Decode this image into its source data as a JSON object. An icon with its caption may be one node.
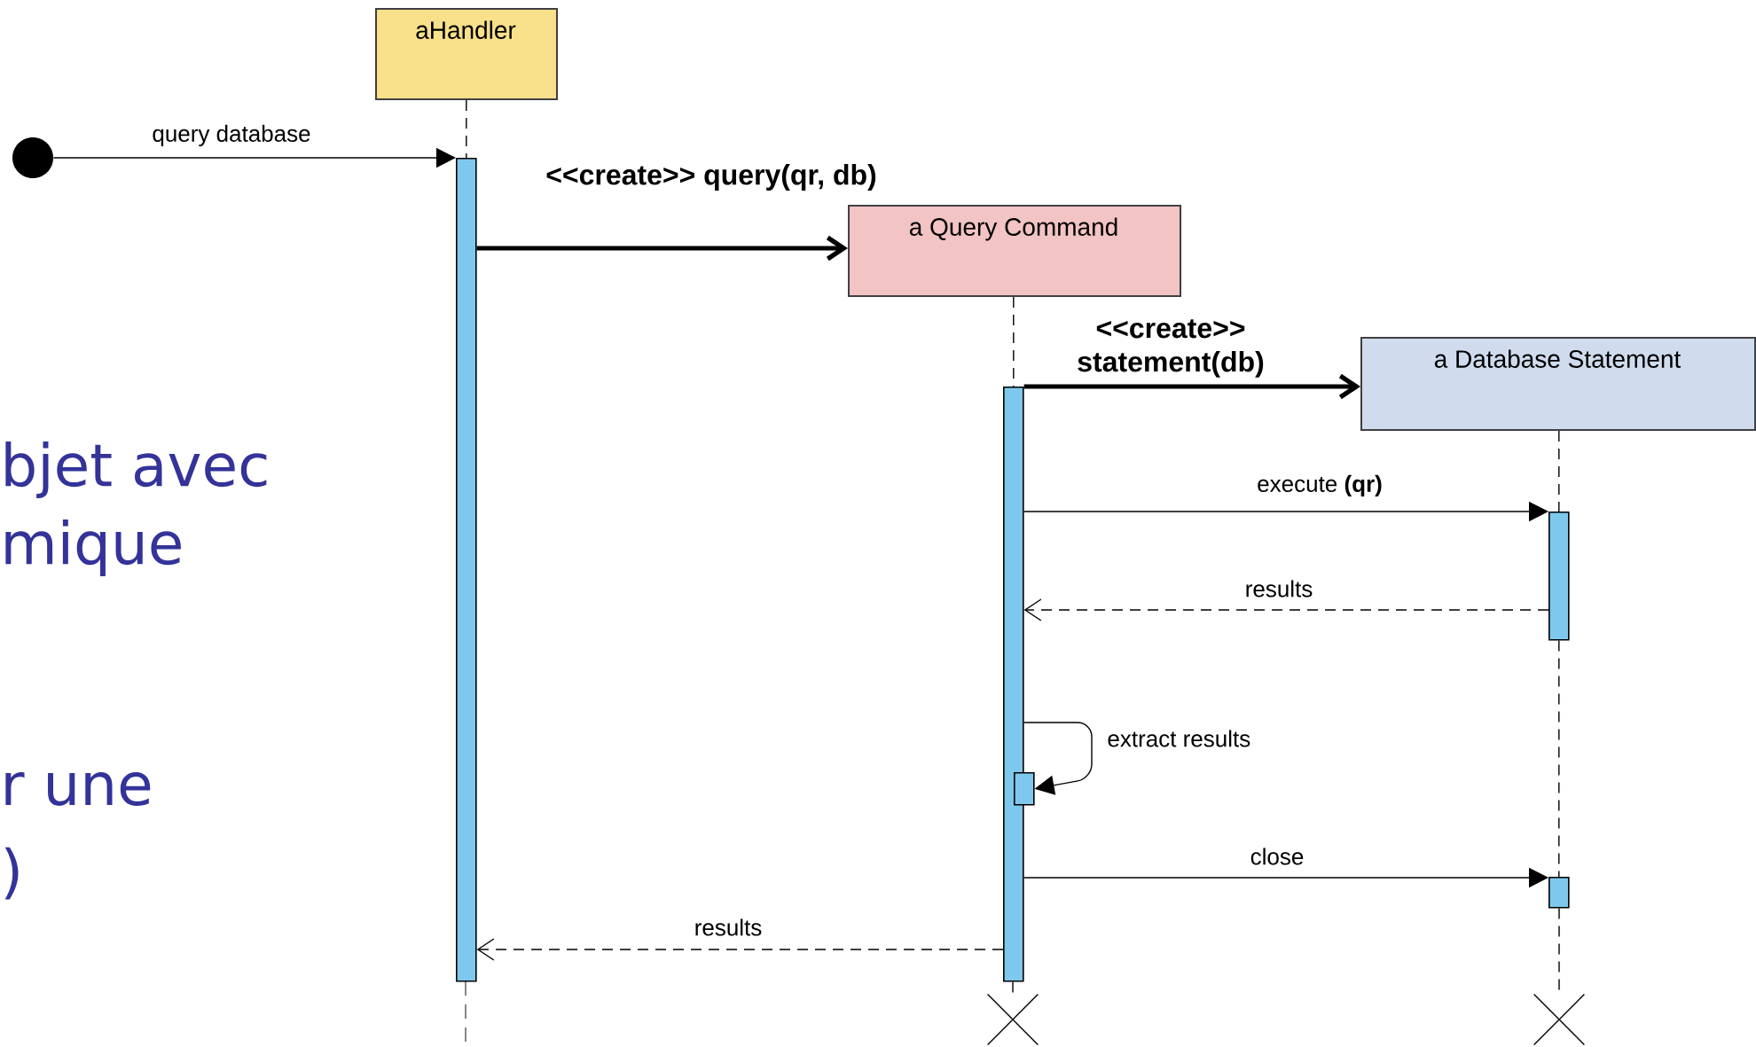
{
  "diagram": {
    "nodes": [
      {
        "text": [
          "aHandler"
        ]
      },
      {
        "text": [
          "a Query Command"
        ]
      },
      {
        "text": [
          "a Database Statement"
        ]
      },
      {
        "text": [],
        "shape": "circle"
      },
      {
        "text": [],
        "shape": "bar"
      },
      {
        "text": [],
        "shape": "bar"
      },
      {
        "text": [],
        "shape": "bar"
      },
      {
        "text": [],
        "shape": "bar"
      },
      {
        "text": [],
        "shape": "bar"
      },
      {
        "text": [],
        "shape": "cross"
      },
      {
        "text": [],
        "shape": "cross"
      }
    ],
    "edges": [
      {
        "from": 3,
        "to": 4,
        "arrow": "to",
        "label": "query database"
      },
      {
        "from": 4,
        "to": 1,
        "arrow": "to",
        "label": "<<create>> query(qr, db)",
        "style": "thick"
      },
      {
        "from": 5,
        "to": 2,
        "arrow": "to",
        "label": "<<create>> statement(db)",
        "style": "thick"
      },
      {
        "from": 5,
        "to": 6,
        "arrow": "to",
        "label": "execute **(qr)**"
      },
      {
        "from": 6,
        "to": 5,
        "arrow": "to",
        "label": "results",
        "style": "dashed"
      },
      {
        "from": 5,
        "to": 7,
        "arrow": "to",
        "label": "extract results"
      },
      {
        "from": 5,
        "to": 8,
        "arrow": "to",
        "label": "close"
      },
      {
        "from": 5,
        "to": 4,
        "arrow": "to",
        "label": "results",
        "style": "dashed"
      },
      {
        "from": 0,
        "to": 4,
        "arrow": "none",
        "style": "dashed"
      },
      {
        "from": 1,
        "to": 5,
        "arrow": "none",
        "style": "dashed"
      },
      {
        "from": 2,
        "to": 6,
        "arrow": "none",
        "style": "dashed"
      },
      {
        "from": 6,
        "to": 8,
        "arrow": "none",
        "style": "dashed"
      },
      {
        "from": 5,
        "to": 9,
        "arrow": "none",
        "style": "dashed"
      },
      {
        "from": 8,
        "to": 10,
        "arrow": "none",
        "style": "dashed"
      }
    ],
    "labels": [
      "bjet avec",
      "mique",
      "r une",
      ")"
    ]
  }
}
